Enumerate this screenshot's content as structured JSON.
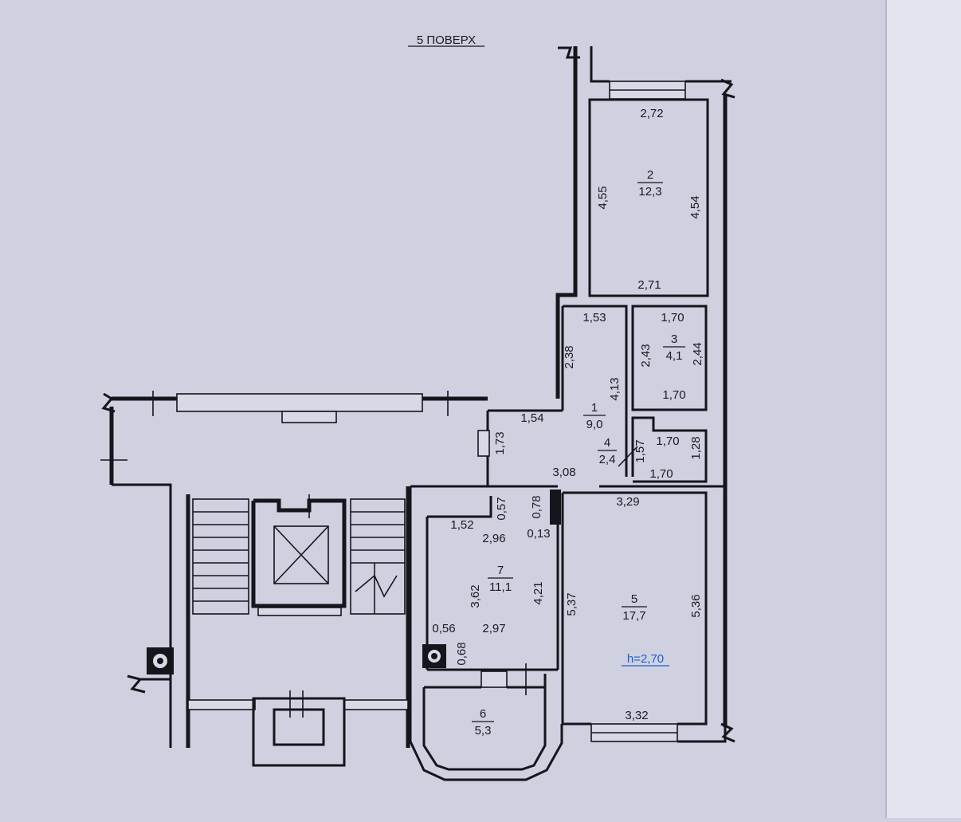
{
  "title": "5 ПОВЕРХ",
  "ceiling_height": "h=2,70",
  "rooms": {
    "r1": {
      "number": "1",
      "area": "9,0"
    },
    "r2": {
      "number": "2",
      "area": "12,3"
    },
    "r3": {
      "number": "3",
      "area": "4,1"
    },
    "r4": {
      "number": "4",
      "area": "2,4"
    },
    "r5": {
      "number": "5",
      "area": "17,7"
    },
    "r6": {
      "number": "6",
      "area": "5,3"
    },
    "r7": {
      "number": "7",
      "area": "11,1"
    }
  },
  "dims": {
    "r2_top": "2,72",
    "r2_left": "4,55",
    "r2_right": "4,54",
    "r2_bottom": "2,71",
    "r1_top": "1,53",
    "r1_left": "2,38",
    "r1_right": "4,13",
    "r1_mid": "1,54",
    "r1_side": "1,73",
    "r1_bottom": "3,08",
    "r3_top": "1,70",
    "r3_left": "2,43",
    "r3_right": "2,44",
    "r3_bottom": "1,70",
    "r4_left": "1,57",
    "r4_top": "1,70",
    "r4_right": "1,28",
    "r4_bottom": "1,70",
    "r5_top": "3,29",
    "r5_left": "5,37",
    "r5_right": "5,36",
    "r5_bottom": "3,32",
    "r7_a": "1,52",
    "r7_b": "0,57",
    "r7_c": "0,78",
    "r7_d": "2,96",
    "r7_e": "0,13",
    "r7_f": "3,62",
    "r7_g": "4,21",
    "r7_h": "0,56",
    "r7_i": "2,97",
    "r7_j": "0,68"
  }
}
